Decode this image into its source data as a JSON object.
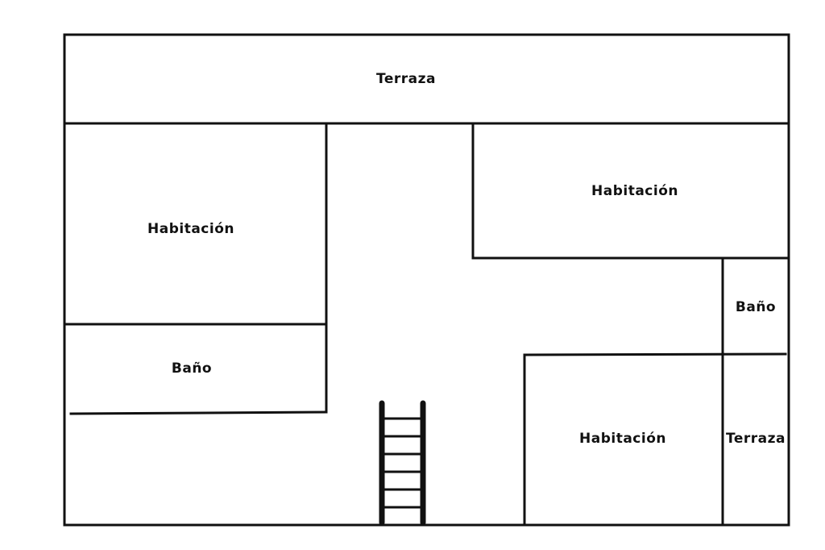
{
  "rooms": {
    "terraza_top": "Terraza",
    "habitacion_left": "Habitación",
    "habitacion_top_right": "Habitación",
    "bano_left": "Baño",
    "bano_right": "Baño",
    "habitacion_bottom_right": "Habitación",
    "terraza_right": "Terraza"
  },
  "colors": {
    "wall": "#111111",
    "background": "#ffffff"
  },
  "icons": {
    "stairs": "ladder-icon"
  }
}
